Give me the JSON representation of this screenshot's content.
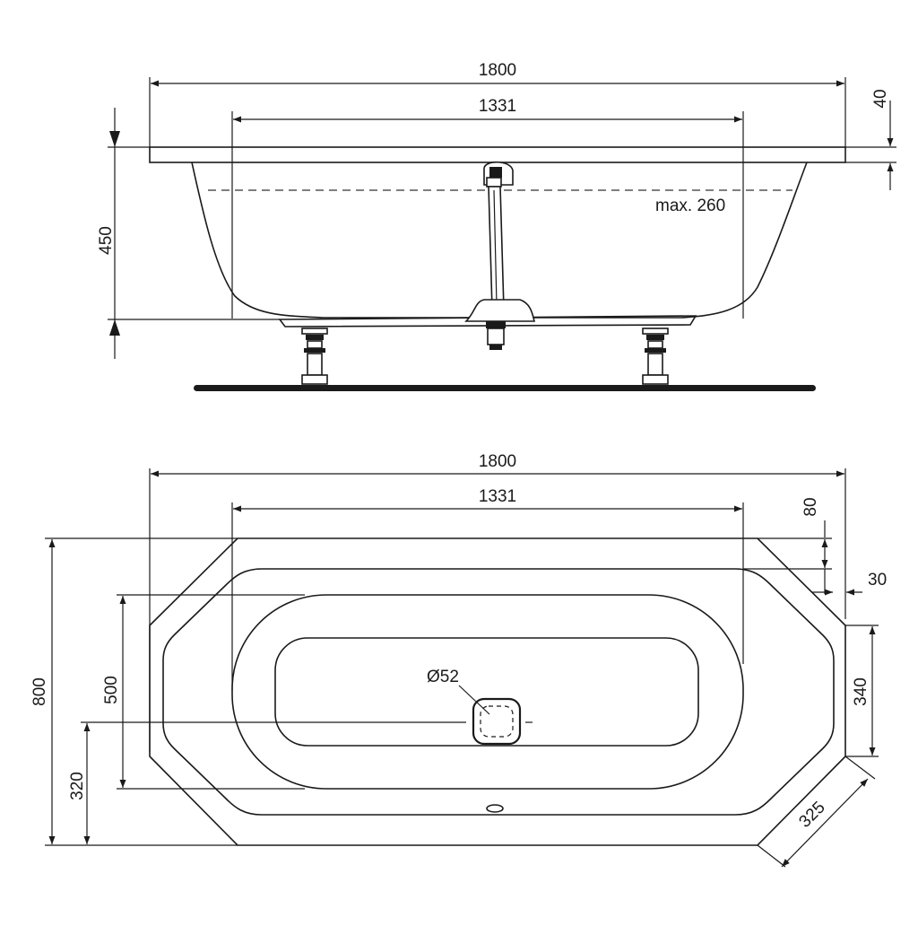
{
  "side_view": {
    "dims": {
      "overall_length": "1800",
      "inner_length": "1331",
      "rim_height": "40",
      "total_height": "450",
      "water_level": "max. 260"
    }
  },
  "top_view": {
    "dims": {
      "overall_length": "1800",
      "inner_length": "1331",
      "rim_top": "80",
      "rim_side": "30",
      "overall_width": "800",
      "inner_width": "500",
      "drain_offset": "320",
      "corner_side": "340",
      "chamfer": "325",
      "drain_diameter": "Ø52"
    }
  },
  "colors": {
    "line": "#1a1a1a",
    "background": "#ffffff"
  }
}
